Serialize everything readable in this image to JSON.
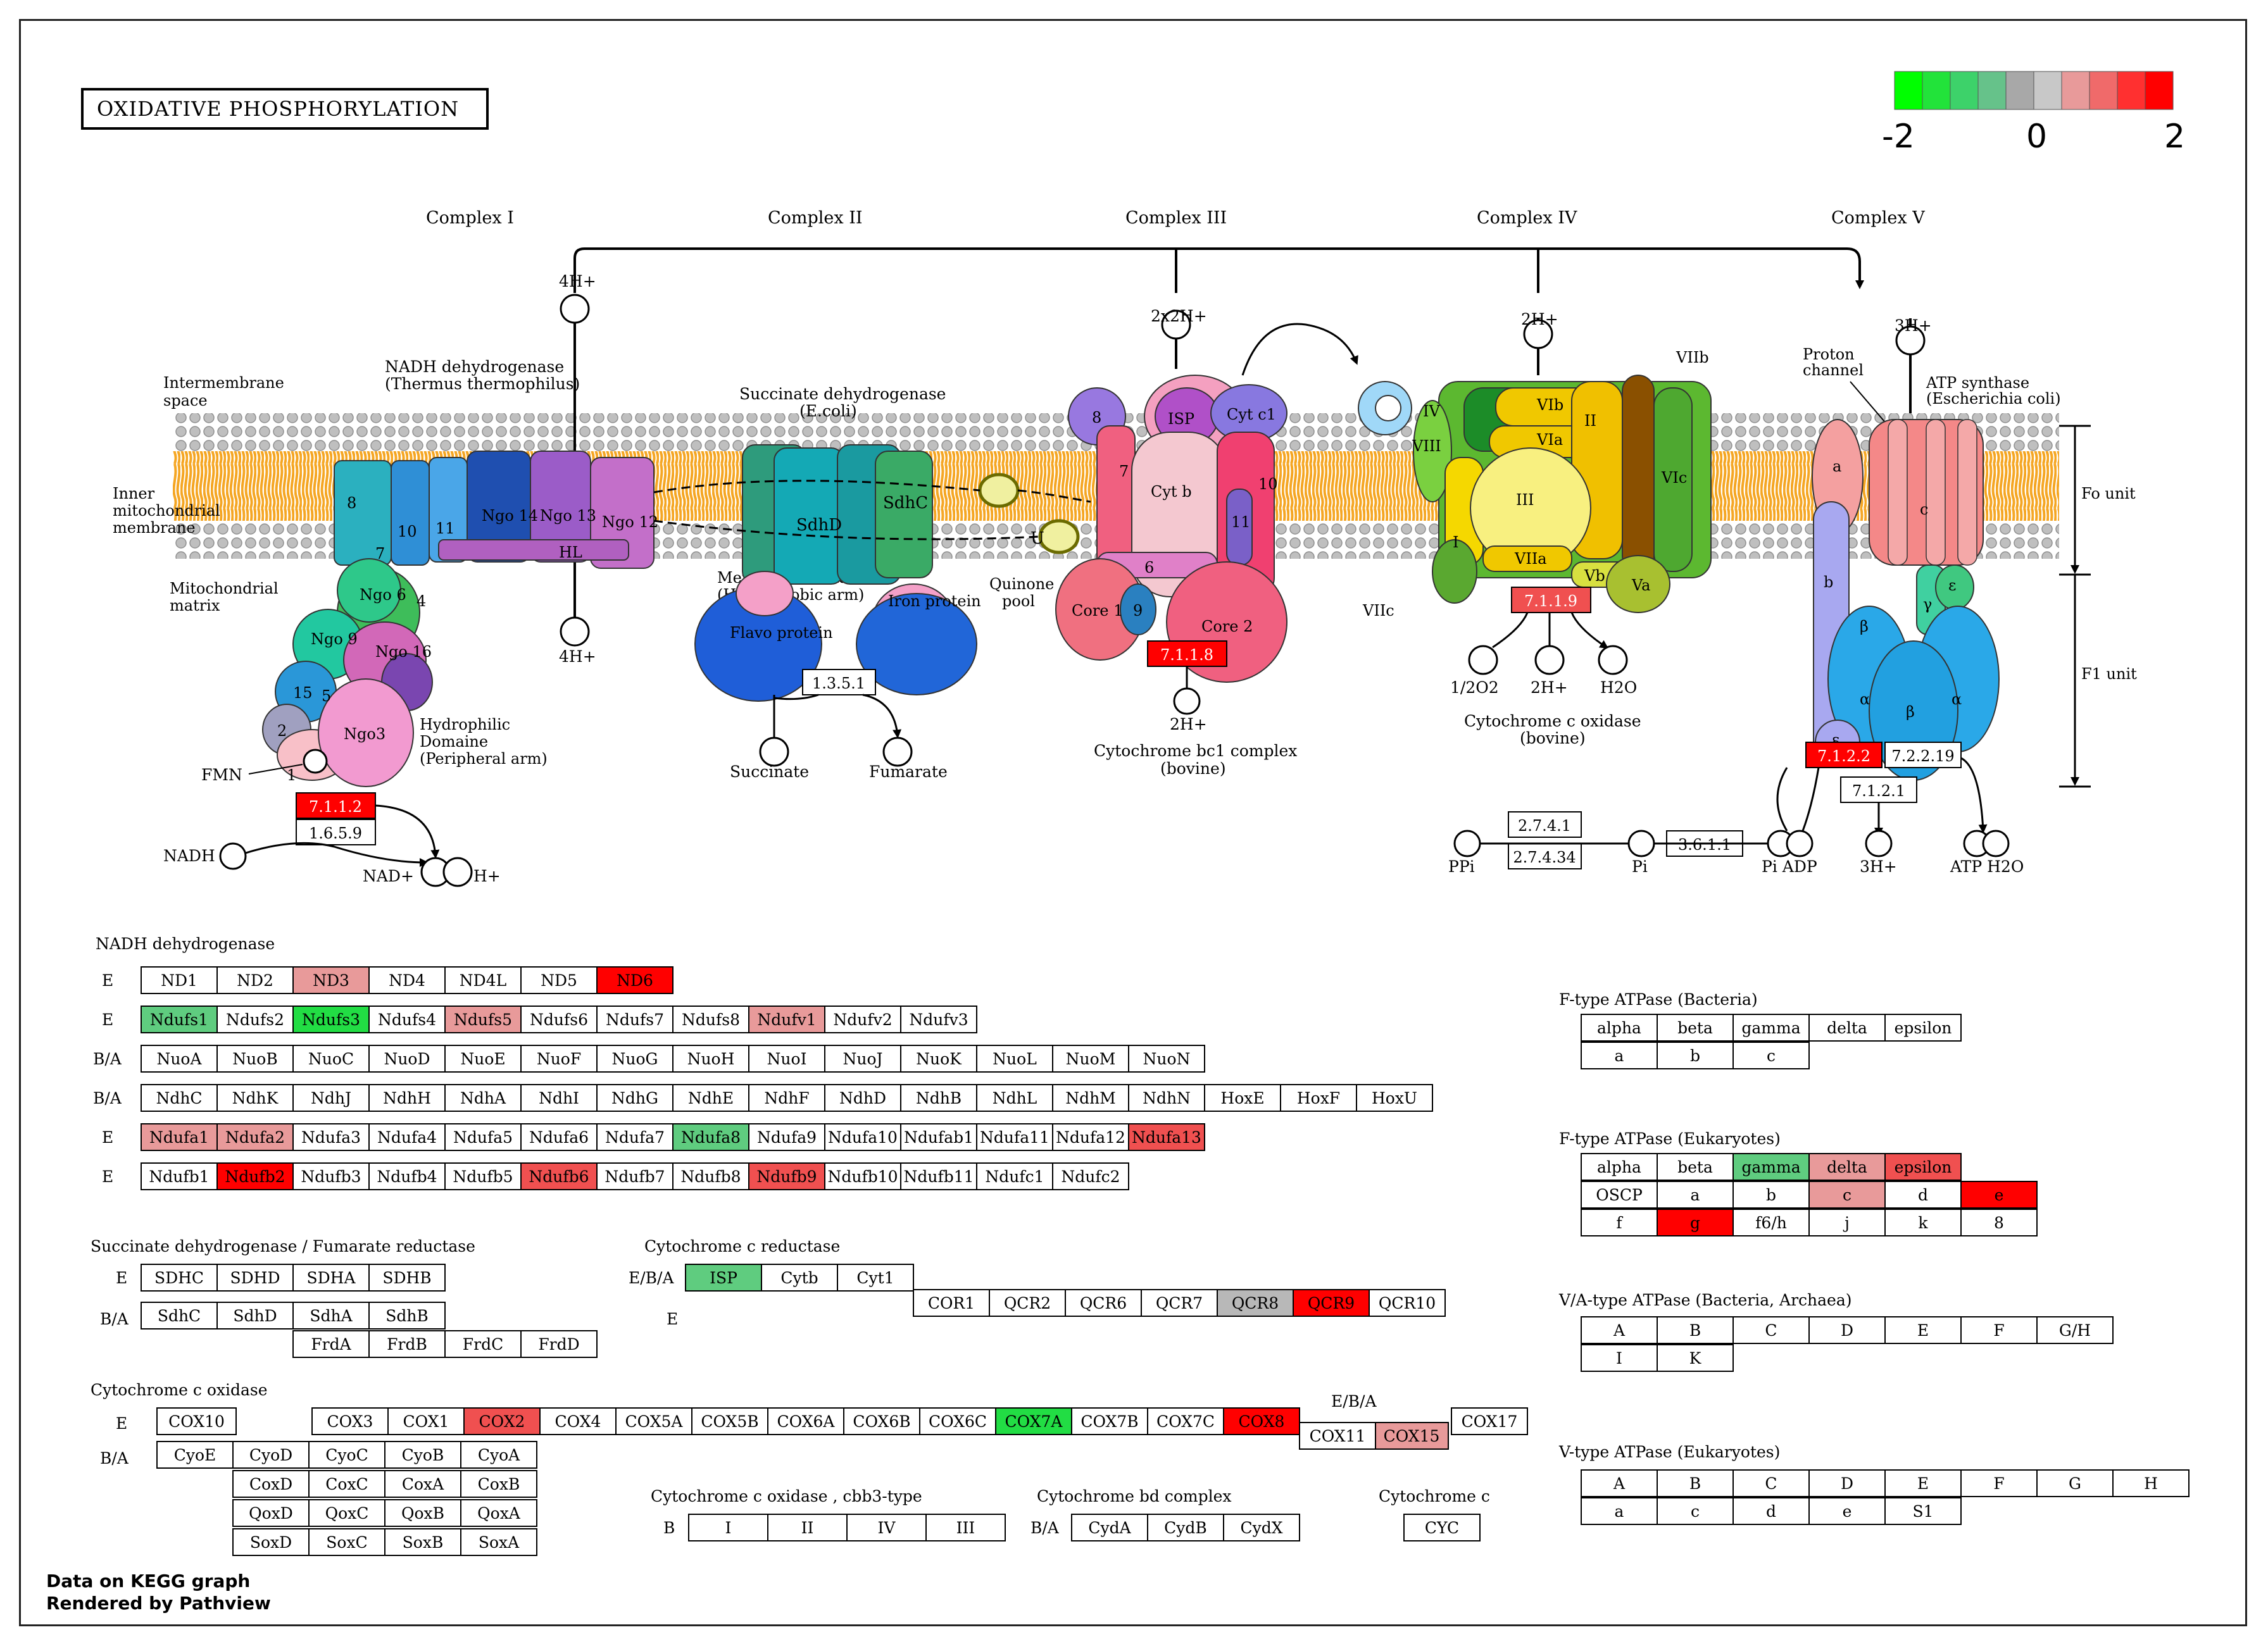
{
  "title": "OXIDATIVE PHOSPHORYLATION",
  "legend": {
    "ticks": [
      "-2",
      "0",
      "2"
    ],
    "colors": [
      "#00ff00",
      "#22e33a",
      "#3dd26a",
      "#66c28a",
      "#a8a8a8",
      "#c8c8c8",
      "#e89a9a",
      "#f06a6a",
      "#ff3030",
      "#ff0000"
    ]
  },
  "complexes": [
    "Complex I",
    "Complex II",
    "Complex III",
    "Complex IV",
    "Complex V"
  ],
  "protons": {
    "c1_top": "4H+",
    "c1_bottom": "4H+",
    "c3_top": "2x2H+",
    "c3_bottom": "2H+",
    "c4_top": "2H+",
    "c4_bottom": "2H+",
    "c5_top": "3H+",
    "c5_bottom": "3H+"
  },
  "labels": {
    "intermembrane": [
      "Intermembrane",
      "space"
    ],
    "inner_membrane": [
      "Inner",
      "mitochondrial",
      "membrane"
    ],
    "matrix": [
      "Mitochondrial",
      "matrix"
    ],
    "nadh_dh": [
      "NADH dehydrogenase",
      "(Thermus thermophilus)"
    ],
    "membrane_domain": [
      "Membrane domain",
      "(Hydrophobic arm)"
    ],
    "hydrophilic": [
      "Hydrophilic",
      "Domaine",
      "(Peripheral arm)"
    ],
    "fmn": "FMN",
    "nadh": "NADH",
    "nad": "NAD+",
    "hplus": "H+",
    "sdh": [
      "Succinate dehydrogenase",
      "(E.coli)"
    ],
    "succinate": "Succinate",
    "fumarate": "Fumarate",
    "quinone": [
      "Quinone",
      "pool"
    ],
    "cytbc1": [
      "Cytochrome bc1 complex",
      "(bovine)"
    ],
    "cox": [
      "Cytochrome c oxidase",
      "(bovine)"
    ],
    "o2": "1/2O2",
    "h2o": "H2O",
    "proton_channel": [
      "Proton",
      "channel"
    ],
    "atp_synthase": [
      "ATP synthase",
      "(Escherichia coli)"
    ],
    "fo": "Fo unit",
    "f1": "F1 unit",
    "ppi": "PPi",
    "pi": "Pi",
    "pi_adp": "Pi ADP",
    "atp_h2o": "ATP H2O",
    "footer1": "Data on KEGG graph",
    "footer2": "Rendered by Pathview"
  },
  "subunits": {
    "c1": [
      "8",
      "10",
      "11",
      "Ngo 14",
      "Ngo 13",
      "Ngo 12",
      "HL",
      "7",
      "Ngo 6",
      "4",
      "Ngo 9",
      "Ngo 16",
      "15",
      "5",
      "2",
      "1",
      "Ngo3"
    ],
    "c2": [
      "SdhD",
      "SdhC",
      "Flavo protein",
      "Iron protein"
    ],
    "c3": [
      "8",
      "ISP",
      "Cyt c1",
      "7",
      "Cyt b",
      "10",
      "11",
      "6",
      "Core 1",
      "9",
      "Core 2"
    ],
    "c4": [
      "VIIb",
      "IV",
      "VIII",
      "VIb",
      "VIa",
      "II",
      "III",
      "VIc",
      "I",
      "VIIa",
      "Vb",
      "Va",
      "VIIc"
    ],
    "c5": [
      "a",
      "c",
      "b",
      "γ",
      "ε",
      "β",
      "α",
      "β",
      "α",
      "δ"
    ],
    "quinone_u": "U"
  },
  "ec_boxes": {
    "e7112": "7.1.1.2",
    "e1659": "1.6.5.9",
    "e1351": "1.3.5.1",
    "e7118": "7.1.1.8",
    "e7119": "7.1.1.9",
    "e7122": "7.1.2.2",
    "e72219": "7.2.2.19",
    "e7121": "7.1.2.1",
    "e2741": "2.7.4.1",
    "e27434": "2.7.4.34",
    "e3611": "3.6.1.1"
  },
  "nadh_section": {
    "title": "NADH dehydrogenase",
    "rows": [
      {
        "label": "E",
        "cells": [
          [
            "ND1",
            "w"
          ],
          [
            "ND2",
            "w"
          ],
          [
            "ND3",
            "lr"
          ],
          [
            "ND4",
            "w"
          ],
          [
            "ND4L",
            "w"
          ],
          [
            "ND5",
            "w"
          ],
          [
            "ND6",
            "r"
          ]
        ]
      },
      {
        "label": "E",
        "cells": [
          [
            "Ndufs1",
            "g"
          ],
          [
            "Ndufs2",
            "w"
          ],
          [
            "Ndufs3",
            "bg"
          ],
          [
            "Ndufs4",
            "w"
          ],
          [
            "Ndufs5",
            "lr"
          ],
          [
            "Ndufs6",
            "w"
          ],
          [
            "Ndufs7",
            "w"
          ],
          [
            "Ndufs8",
            "w"
          ],
          [
            "Ndufv1",
            "lr"
          ],
          [
            "Ndufv2",
            "w"
          ],
          [
            "Ndufv3",
            "w"
          ]
        ]
      },
      {
        "label": "B/A",
        "cells": [
          [
            "NuoA",
            "w"
          ],
          [
            "NuoB",
            "w"
          ],
          [
            "NuoC",
            "w"
          ],
          [
            "NuoD",
            "w"
          ],
          [
            "NuoE",
            "w"
          ],
          [
            "NuoF",
            "w"
          ],
          [
            "NuoG",
            "w"
          ],
          [
            "NuoH",
            "w"
          ],
          [
            "NuoI",
            "w"
          ],
          [
            "NuoJ",
            "w"
          ],
          [
            "NuoK",
            "w"
          ],
          [
            "NuoL",
            "w"
          ],
          [
            "NuoM",
            "w"
          ],
          [
            "NuoN",
            "w"
          ]
        ]
      },
      {
        "label": "B/A",
        "cells": [
          [
            "NdhC",
            "w"
          ],
          [
            "NdhK",
            "w"
          ],
          [
            "NdhJ",
            "w"
          ],
          [
            "NdhH",
            "w"
          ],
          [
            "NdhA",
            "w"
          ],
          [
            "NdhI",
            "w"
          ],
          [
            "NdhG",
            "w"
          ],
          [
            "NdhE",
            "w"
          ],
          [
            "NdhF",
            "w"
          ],
          [
            "NdhD",
            "w"
          ],
          [
            "NdhB",
            "w"
          ],
          [
            "NdhL",
            "w"
          ],
          [
            "NdhM",
            "w"
          ],
          [
            "NdhN",
            "w"
          ],
          [
            "HoxE",
            "w"
          ],
          [
            "HoxF",
            "w"
          ],
          [
            "HoxU",
            "w"
          ]
        ]
      },
      {
        "label": "E",
        "cells": [
          [
            "Ndufa1",
            "lr"
          ],
          [
            "Ndufa2",
            "lr"
          ],
          [
            "Ndufa3",
            "w"
          ],
          [
            "Ndufa4",
            "w"
          ],
          [
            "Ndufa5",
            "w"
          ],
          [
            "Ndufa6",
            "w"
          ],
          [
            "Ndufa7",
            "w"
          ],
          [
            "Ndufa8",
            "g"
          ],
          [
            "Ndufa9",
            "w"
          ],
          [
            "Ndufa10",
            "w"
          ],
          [
            "Ndufab1",
            "w"
          ],
          [
            "Ndufa11",
            "w"
          ],
          [
            "Ndufa12",
            "w"
          ],
          [
            "Ndufa13",
            "mr"
          ]
        ]
      },
      {
        "label": "E",
        "cells": [
          [
            "Ndufb1",
            "w"
          ],
          [
            "Ndufb2",
            "r"
          ],
          [
            "Ndufb3",
            "w"
          ],
          [
            "Ndufb4",
            "w"
          ],
          [
            "Ndufb5",
            "w"
          ],
          [
            "Ndufb6",
            "mr"
          ],
          [
            "Ndufb7",
            "w"
          ],
          [
            "Ndufb8",
            "w"
          ],
          [
            "Ndufb9",
            "mr"
          ],
          [
            "Ndufb10",
            "w"
          ],
          [
            "Ndufb11",
            "w"
          ],
          [
            "Ndufc1",
            "w"
          ],
          [
            "Ndufc2",
            "w"
          ]
        ]
      }
    ]
  },
  "sdh_section": {
    "title": "Succinate dehydrogenase / Fumarate reductase",
    "row1": {
      "label": "E",
      "cells": [
        "SDHC",
        "SDHD",
        "SDHA",
        "SDHB"
      ]
    },
    "row2": {
      "label": "B/A",
      "cells": [
        "SdhC",
        "SdhD",
        "SdhA",
        "SdhB"
      ]
    },
    "row3": [
      "FrdA",
      "FrdB",
      "FrdC",
      "FrdD"
    ]
  },
  "cytc_reductase": {
    "title": "Cytochrome c reductase",
    "row1": {
      "label": "E/B/A",
      "cells": [
        [
          "ISP",
          "g"
        ],
        [
          "Cytb",
          "w"
        ],
        [
          "Cyt1",
          "w"
        ]
      ]
    },
    "row2": {
      "label": "E",
      "cells": [
        [
          "COR1",
          "w"
        ],
        [
          "QCR2",
          "w"
        ],
        [
          "QCR6",
          "w"
        ],
        [
          "QCR7",
          "w"
        ],
        [
          "QCR8",
          "gr"
        ],
        [
          "QCR9",
          "r"
        ],
        [
          "QCR10",
          "w"
        ]
      ]
    }
  },
  "cox_section": {
    "title": "Cytochrome c oxidase",
    "row1_label": "E",
    "cox10": "COX10",
    "row1": [
      [
        "COX3",
        "w"
      ],
      [
        "COX1",
        "w"
      ],
      [
        "COX2",
        "mr"
      ],
      [
        "COX4",
        "w"
      ],
      [
        "COX5A",
        "w"
      ],
      [
        "COX5B",
        "w"
      ],
      [
        "COX6A",
        "w"
      ],
      [
        "COX6B",
        "w"
      ],
      [
        "COX6C",
        "w"
      ],
      [
        "COX7A",
        "bg"
      ],
      [
        "COX7B",
        "w"
      ],
      [
        "COX7C",
        "w"
      ],
      [
        "COX8",
        "r"
      ]
    ],
    "eba_label": "E/B/A",
    "cox11": "COX11",
    "cox15": "COX15",
    "cox17": "COX17",
    "row2_label": "B/A",
    "grid": [
      [
        "CyoE",
        "CyoD",
        "CyoC",
        "CyoB",
        "CyoA"
      ],
      [
        "",
        "CoxD",
        "CoxC",
        "CoxA",
        "CoxB"
      ],
      [
        "",
        "QoxD",
        "QoxC",
        "QoxB",
        "QoxA"
      ],
      [
        "",
        "SoxD",
        "SoxC",
        "SoxB",
        "SoxA"
      ]
    ]
  },
  "cbb3": {
    "title": "Cytochrome c oxidase , cbb3-type",
    "label": "B",
    "cells": [
      "I",
      "II",
      "IV",
      "III"
    ]
  },
  "cytbd": {
    "title": "Cytochrome bd complex",
    "label": "B/A",
    "cells": [
      "CydA",
      "CydB",
      "CydX"
    ]
  },
  "cytc": {
    "title": "Cytochrome c",
    "cells": [
      "CYC"
    ]
  },
  "ftype_bac": {
    "title": "F-type ATPase (Bacteria)",
    "rows": [
      [
        [
          "alpha",
          "w"
        ],
        [
          "beta",
          "w"
        ],
        [
          "gamma",
          "w"
        ],
        [
          "delta",
          "w"
        ],
        [
          "epsilon",
          "w"
        ]
      ],
      [
        [
          "a",
          "w"
        ],
        [
          "b",
          "w"
        ],
        [
          "c",
          "w"
        ]
      ]
    ]
  },
  "ftype_euk": {
    "title": "F-type ATPase (Eukaryotes)",
    "rows": [
      [
        [
          "alpha",
          "w"
        ],
        [
          "beta",
          "w"
        ],
        [
          "gamma",
          "g"
        ],
        [
          "delta",
          "lr"
        ],
        [
          "epsilon",
          "mr"
        ]
      ],
      [
        [
          "OSCP",
          "w"
        ],
        [
          "a",
          "w"
        ],
        [
          "b",
          "w"
        ],
        [
          "c",
          "lr"
        ],
        [
          "d",
          "w"
        ],
        [
          "e",
          "r"
        ]
      ],
      [
        [
          "f",
          "w"
        ],
        [
          "g",
          "r"
        ],
        [
          "f6/h",
          "w"
        ],
        [
          "j",
          "w"
        ],
        [
          "k",
          "w"
        ],
        [
          "8",
          "w"
        ]
      ]
    ]
  },
  "va_type": {
    "title": "V/A-type ATPase (Bacteria, Archaea)",
    "rows": [
      [
        [
          "A",
          "w"
        ],
        [
          "B",
          "w"
        ],
        [
          "C",
          "w"
        ],
        [
          "D",
          "w"
        ],
        [
          "E",
          "w"
        ],
        [
          "F",
          "w"
        ],
        [
          "G/H",
          "w"
        ]
      ],
      [
        [
          "I",
          "w"
        ],
        [
          "K",
          "w"
        ]
      ]
    ]
  },
  "v_type": {
    "title": "V-type ATPase (Eukaryotes)",
    "rows": [
      [
        [
          "A",
          "w"
        ],
        [
          "B",
          "w"
        ],
        [
          "C",
          "w"
        ],
        [
          "D",
          "w"
        ],
        [
          "E",
          "w"
        ],
        [
          "F",
          "w"
        ],
        [
          "G",
          "w"
        ],
        [
          "H",
          "w"
        ]
      ],
      [
        [
          "a",
          "w"
        ],
        [
          "c",
          "w"
        ],
        [
          "d",
          "w"
        ],
        [
          "e",
          "w"
        ],
        [
          "S1",
          "w"
        ]
      ]
    ]
  },
  "fill_colors": {
    "w": "#ffffff",
    "r": "#ff0000",
    "mr": "#f05050",
    "lr": "#e89a9a",
    "g": "#5fcc7f",
    "bg": "#22dd44",
    "gr": "#b8b8b8"
  }
}
